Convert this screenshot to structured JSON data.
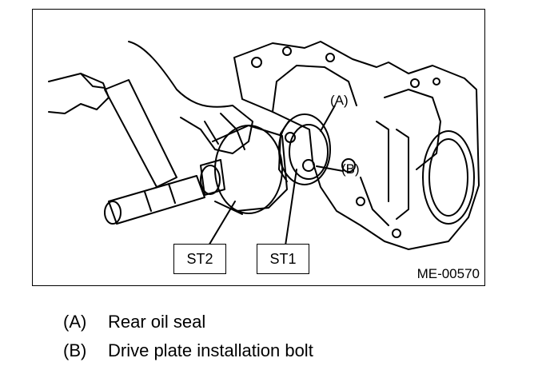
{
  "figure": {
    "id": "ME-00570",
    "tools": {
      "st2": "ST2",
      "st1": "ST1"
    },
    "callouts": {
      "a": "(A)",
      "b": "(B)"
    }
  },
  "legend": [
    {
      "key": "(A)",
      "text": "Rear oil seal"
    },
    {
      "key": "(B)",
      "text": "Drive plate installation bolt"
    }
  ]
}
